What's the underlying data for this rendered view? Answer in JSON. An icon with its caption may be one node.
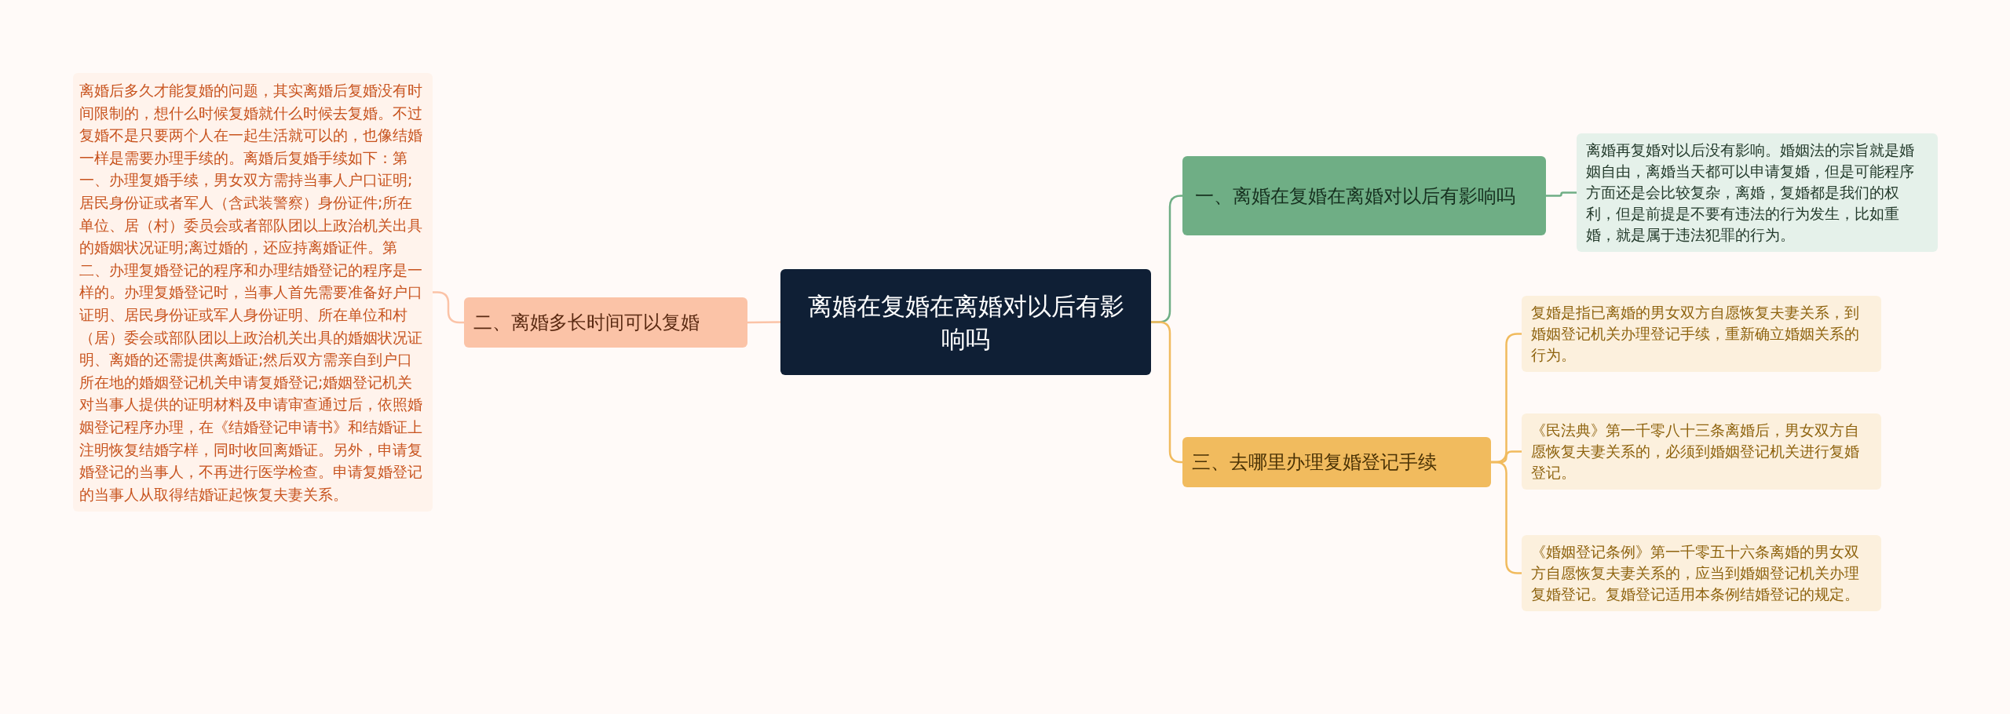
{
  "diagram": {
    "nodes": [
      {
        "text": [
          "离婚在复婚在离婚对以后有影响吗"
        ]
      },
      {
        "text": [
          "一、离婚在复婚在离婚对以后有影响吗"
        ]
      },
      {
        "text": [
          "离婚再复婚对以后没有影响。婚姻法的宗旨就是婚姻自由，离婚当天都可以申请复婚，但是可能程序方面还是会比较复杂，离婚，复婚都是我们的权利，但是前提是不要有违法的行为发生，比如重婚，就是属于违法犯罪的行为。"
        ]
      },
      {
        "text": [
          "二、离婚多长时间可以复婚"
        ]
      },
      {
        "text": [
          "离婚后多久才能复婚的问题，其实离婚后复婚没有时间限制的，想什么时候复婚就什么时候去复婚。不过复婚不是只要两个人在一起生活就可以的，也像结婚一样是需要办理手续的。离婚后复婚手续如下：第一、办理复婚手续，男女双方需持当事人户口证明;居民身份证或者军人（含武装警察）身份证件;所在单位、居（村）委员会或者部队团以上政治机关出具的婚姻状况证明;离过婚的，还应持离婚证件。第二、办理复婚登记的程序和办理结婚登记的程序是一样的。办理复婚登记时，当事人首先需要准备好户口证明、居民身份证或军人身份证明、所在单位和村（居）委会或部队团以上政治机关出具的婚姻状况证明、离婚的还需提供离婚证;然后双方需亲自到户口所在地的婚姻登记机关申请复婚登记;婚姻登记机关对当事人提供的证明材料及申请审查通过后，依照婚姻登记程序办理，在《结婚登记申请书》和结婚证上注明恢复结婚字样，同时收回离婚证。另外，申请复婚登记的当事人，不再进行医学检查。申请复婚登记的当事人从取得结婚证起恢复夫妻关系。"
        ]
      },
      {
        "text": [
          "三、去哪里办理复婚登记手续"
        ]
      },
      {
        "text": [
          "复婚是指已离婚的男女双方自愿恢复夫妻关系，到婚姻登记机关办理登记手续，重新确立婚姻关系的行为。"
        ]
      },
      {
        "text": [
          "《民法典》第一千零八十三条离婚后，男女双方自愿恢复夫妻关系的，必须到婚姻登记机关进行复婚登记。"
        ]
      },
      {
        "text": [
          "《婚姻登记条例》第一千零五十六条离婚的男女双方自愿恢复夫妻关系的，应当到婚姻登记机关办理复婚登记。复婚登记适用本条例结婚登记的规定。"
        ]
      }
    ],
    "edges": [
      {
        "from": 0,
        "to": 1,
        "arrow": "none",
        "color": "#6fae85"
      },
      {
        "from": 1,
        "to": 2,
        "arrow": "none",
        "color": "#6fae85"
      },
      {
        "from": 0,
        "to": 3,
        "arrow": "none",
        "color": "#fbc3a7"
      },
      {
        "from": 3,
        "to": 4,
        "arrow": "none",
        "color": "#fbc3a7"
      },
      {
        "from": 0,
        "to": 5,
        "arrow": "none"
      },
      {
        "from": 5,
        "to": 6,
        "arrow": "none"
      },
      {
        "from": 5,
        "to": 7,
        "arrow": "none"
      },
      {
        "from": 5,
        "to": 8,
        "arrow": "none"
      }
    ]
  }
}
